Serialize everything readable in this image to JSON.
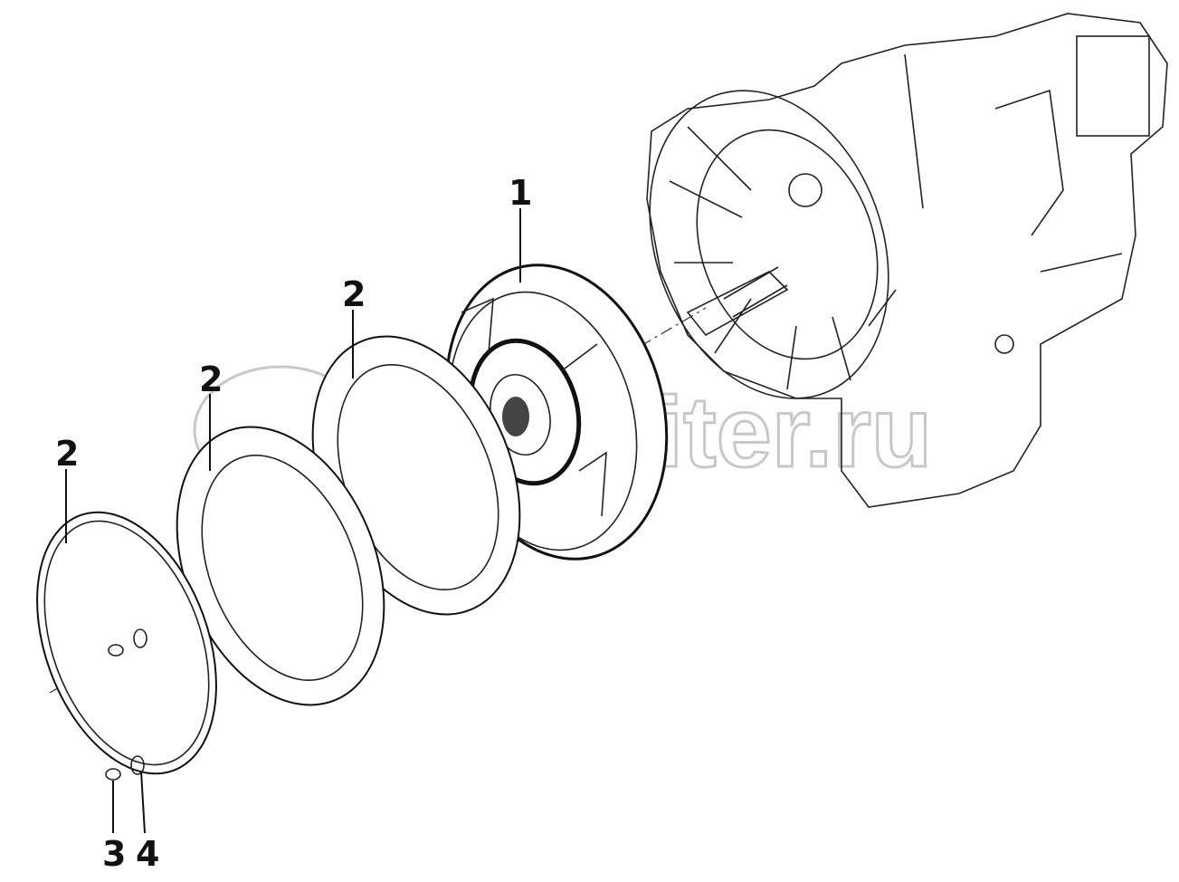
{
  "diagram": {
    "callouts": [
      {
        "id": "part-1",
        "label": "1"
      },
      {
        "id": "part-2a",
        "label": "2"
      },
      {
        "id": "part-2b",
        "label": "2"
      },
      {
        "id": "part-2c",
        "label": "2"
      },
      {
        "id": "part-3",
        "label": "3"
      },
      {
        "id": "part-4",
        "label": "4"
      }
    ],
    "watermark": "autopiter.ru"
  }
}
